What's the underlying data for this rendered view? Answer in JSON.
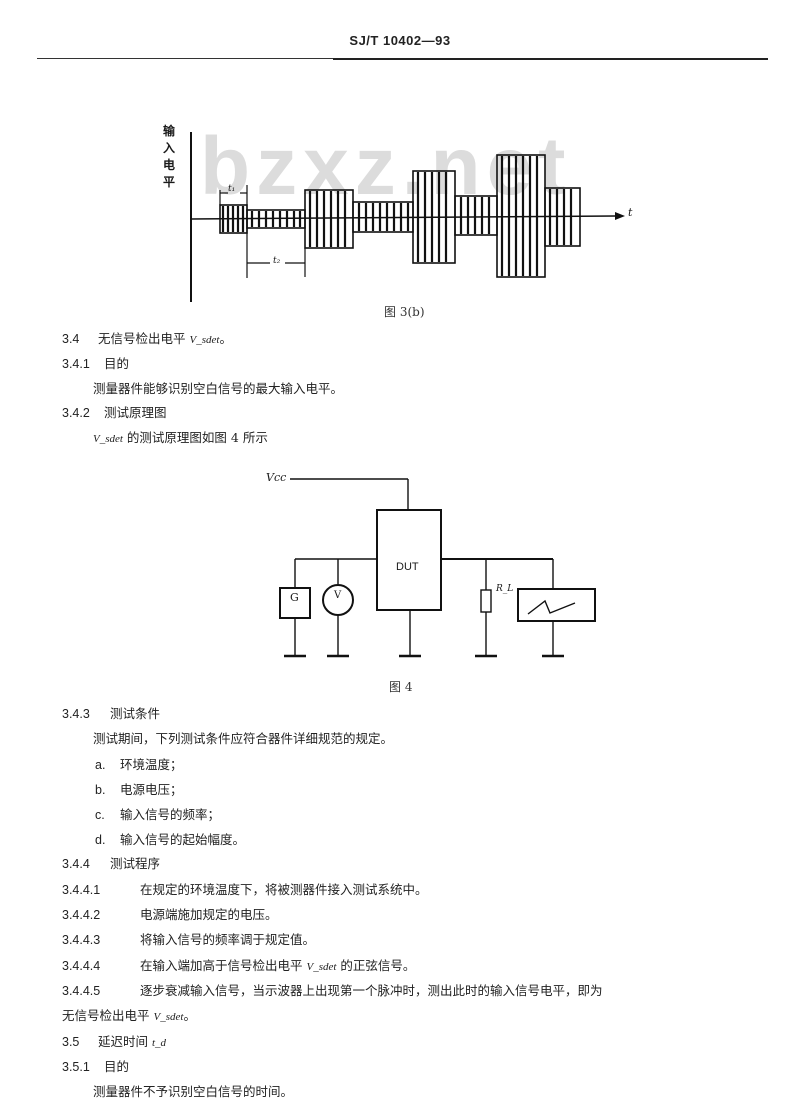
{
  "header": {
    "standard_id": "SJ/T 10402—93"
  },
  "watermark": "bzxz.net",
  "figure_3b": {
    "y_axis_label": [
      "输",
      "入",
      "电",
      "平"
    ],
    "x_axis_label": "t",
    "burst_width_label": "t₁",
    "period_label": "t₂",
    "caption": "图 3(b)"
  },
  "chart_data": {
    "type": "area",
    "title": "图 3(b)",
    "xlabel": "t",
    "ylabel": "输入电平",
    "description": "Sequence of sinusoidal bursts with varying amplitude along time axis",
    "series": [
      {
        "name": "burst envelope (relative amplitude)",
        "values": [
          0.25,
          0.15,
          0.5,
          0.25,
          0.8,
          0.35,
          1.0,
          0.5
        ]
      }
    ],
    "annotations": [
      "t₁ (burst width)",
      "t₂ (period)"
    ]
  },
  "sections": {
    "s3_4": {
      "num": "3.4",
      "title": "无信号检出电平 ",
      "sym": "V_sdet",
      "end": "。"
    },
    "s3_4_1": {
      "num": "3.4.1",
      "title": "目的"
    },
    "s3_4_1_body": "测量器件能够识别空白信号的最大输入电平。",
    "s3_4_2": {
      "num": "3.4.2",
      "title": "测试原理图"
    },
    "s3_4_2_body_sym": "V_sdet",
    "s3_4_2_body": " 的测试原理图如图 4 所示",
    "s3_4_3": {
      "num": "3.4.3",
      "title": "测试条件"
    },
    "s3_4_3_body": "测试期间，下列测试条件应符合器件详细规范的规定。",
    "conditions": [
      {
        "label": "a.",
        "text": "环境温度；"
      },
      {
        "label": "b.",
        "text": "电源电压；"
      },
      {
        "label": "c.",
        "text": "输入信号的频率；"
      },
      {
        "label": "d.",
        "text": "输入信号的起始幅度。"
      }
    ],
    "s3_4_4": {
      "num": "3.4.4",
      "title": "测试程序"
    },
    "steps": [
      {
        "num": "3.4.4.1",
        "text": "在规定的环境温度下，将被测器件接入测试系统中。"
      },
      {
        "num": "3.4.4.2",
        "text": "电源端施加规定的电压。"
      },
      {
        "num": "3.4.4.3",
        "text": "将输入信号的频率调于规定值。"
      },
      {
        "num": "3.4.4.4",
        "text": "在输入端加高于信号检出电平 ",
        "sym": "V_sdet",
        "text2": " 的正弦信号。"
      },
      {
        "num": "3.4.4.5",
        "text": "逐步衰减输入信号，当示波器上出现第一个脉冲时，测出此时的输入信号电平，即为"
      }
    ],
    "step5_cont": "无信号检出电平 ",
    "step5_cont_sym": "V_sdet",
    "step5_cont_end": "。",
    "s3_5": {
      "num": "3.5",
      "title": "延迟时间 ",
      "sym": "t_d"
    },
    "s3_5_1": {
      "num": "3.5.1",
      "title": "目的"
    },
    "s3_5_1_body": "测量器件不予识别空白信号的时间。"
  },
  "figure_4": {
    "vcc_label": "Vcc",
    "dut_label": "DUT",
    "generator_label": "G",
    "voltmeter_label": "V",
    "resistor_label": "R_L",
    "caption": "图 4"
  }
}
